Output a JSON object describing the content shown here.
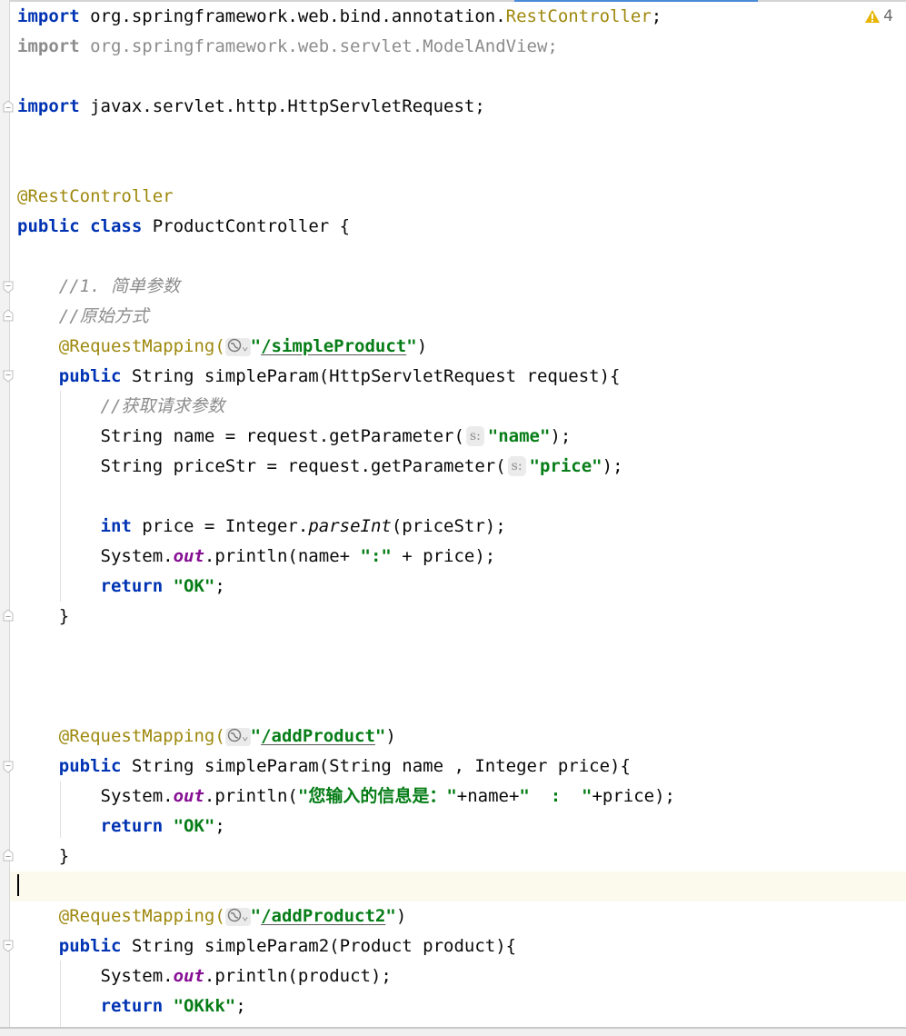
{
  "editor": {
    "language": "java",
    "inspection": {
      "icon": "warning-icon",
      "count": "4",
      "color": "#e8b400"
    },
    "colors": {
      "keyword": "#0033b3",
      "annotation": "#9e880d",
      "string": "#067d17",
      "comment": "#8c8c8c",
      "static_field": "#871094",
      "current_line": "#fcfaed",
      "scroll_indicator": "#4a8ad6"
    },
    "lines": {
      "l1": {
        "kw": "import",
        "pkg": " org.springframework.web.bind.annotation.",
        "cls": "RestController",
        "end": ";"
      },
      "l2": {
        "kw": "import",
        "rest": " org.springframework.web.servlet.ModelAndView;"
      },
      "l4": {
        "kw": "import",
        "rest": " javax.servlet.http.HttpServletRequest;"
      },
      "l7": {
        "ann": "@RestController"
      },
      "l8": {
        "kw1": "public",
        "kw2": "class",
        "rest": " ProductController {"
      },
      "l10": {
        "cmt": "//1. 简单参数"
      },
      "l11": {
        "cmt": "//原始方式"
      },
      "l12": {
        "ann": "@RequestMapping(",
        "url": "/simpleProduct",
        "close": "\")"
      },
      "l13": {
        "kw": "public",
        "rest": " String simpleParam(HttpServletRequest request){"
      },
      "l14": {
        "cmt": "//获取请求参数"
      },
      "l15": {
        "pre": "String name = request.getParameter(",
        "hint": "s:",
        "str": "\"name\"",
        "end": ");"
      },
      "l16": {
        "pre": "String priceStr = request.getParameter(",
        "hint": "s:",
        "str": "\"price\"",
        "end": ");"
      },
      "l18": {
        "kw": "int",
        "mid": " price = Integer.",
        "method": "parseInt",
        "end": "(priceStr);"
      },
      "l19": {
        "pre": "System.",
        "field": "out",
        "mid": ".println(name+ ",
        "str": "\":\"",
        "end": " + price);"
      },
      "l20": {
        "kw": "return",
        "str": "\"OK\"",
        "end": ";"
      },
      "l21": {
        "brace": "}"
      },
      "l25": {
        "ann": "@RequestMapping(",
        "url": "/addProduct",
        "close": "\")"
      },
      "l26": {
        "kw": "public",
        "rest": " String simpleParam(String name , Integer price){"
      },
      "l27": {
        "pre": "System.",
        "field": "out",
        "mid": ".println(",
        "str1": "\"您输入的信息是：\"",
        "mid2": "+name+",
        "str2": "\"  :  \"",
        "end": "+price);"
      },
      "l28": {
        "kw": "return",
        "str": "\"OK\"",
        "end": ";"
      },
      "l29": {
        "brace": "}"
      },
      "l31": {
        "ann": "@RequestMapping(",
        "url": "/addProduct2",
        "close": "\")"
      },
      "l32": {
        "kw": "public",
        "rest": " String simpleParam2(Product product){"
      },
      "l33": {
        "pre": "System.",
        "field": "out",
        "end": ".println(product);"
      },
      "l34": {
        "kw": "return",
        "str": "\"OKkk\"",
        "end": ";"
      }
    }
  }
}
